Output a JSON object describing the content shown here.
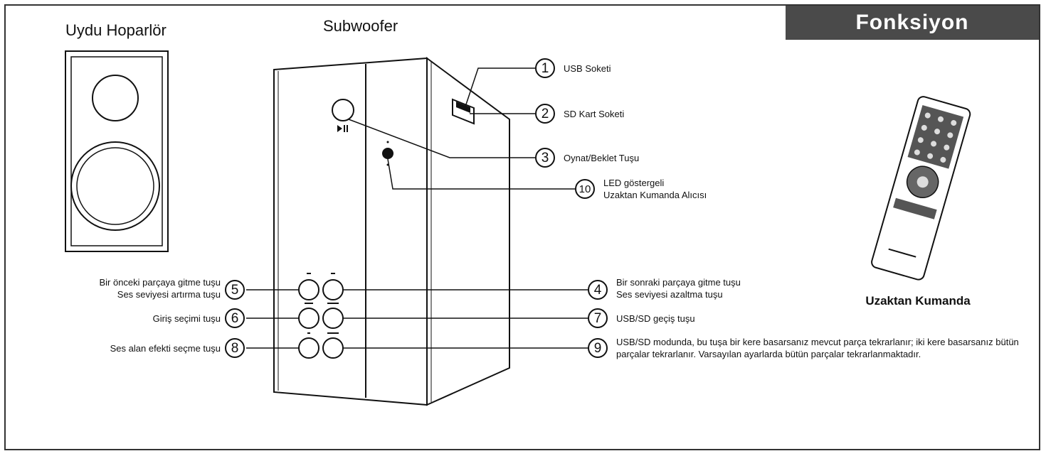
{
  "header": {
    "title": "Fonksiyon"
  },
  "headings": {
    "satellite": "Uydu Hoparlör",
    "subwoofer": "Subwoofer"
  },
  "callouts": [
    {
      "number": "1",
      "label": "USB Soketi"
    },
    {
      "number": "2",
      "label": "SD Kart Soketi"
    },
    {
      "number": "3",
      "label": "Oynat/Beklet Tuşu"
    },
    {
      "number": "10",
      "label_line1": "LED göstergeli",
      "label_line2": "Uzaktan Kumanda Alıcısı"
    },
    {
      "number": "4",
      "label_line1": "Bir sonraki parçaya gitme tuşu",
      "label_line2": "Ses seviyesi azaltma tuşu"
    },
    {
      "number": "5",
      "label_line1": "Bir önceki parçaya gitme tuşu",
      "label_line2": "Ses seviyesi artırma tuşu"
    },
    {
      "number": "6",
      "label": "Giriş seçimi tuşu"
    },
    {
      "number": "7",
      "label": "USB/SD geçiş tuşu"
    },
    {
      "number": "8",
      "label": "Ses alan efekti seçme tuşu"
    },
    {
      "number": "9",
      "label": "USB/SD modunda, bu tuşa bir kere basarsanız mevcut parça tekrarlanır; iki kere basarsanız bütün parçalar tekrarlanır. Varsayılan ayarlarda bütün parçalar tekrarlanmaktadır."
    }
  ],
  "panel_icons": {
    "play_pause": "play-pause-icon"
  },
  "remote": {
    "caption": "Uzaktan Kumanda"
  },
  "colors": {
    "banner": "#4a4a4a",
    "line": "#111111"
  }
}
